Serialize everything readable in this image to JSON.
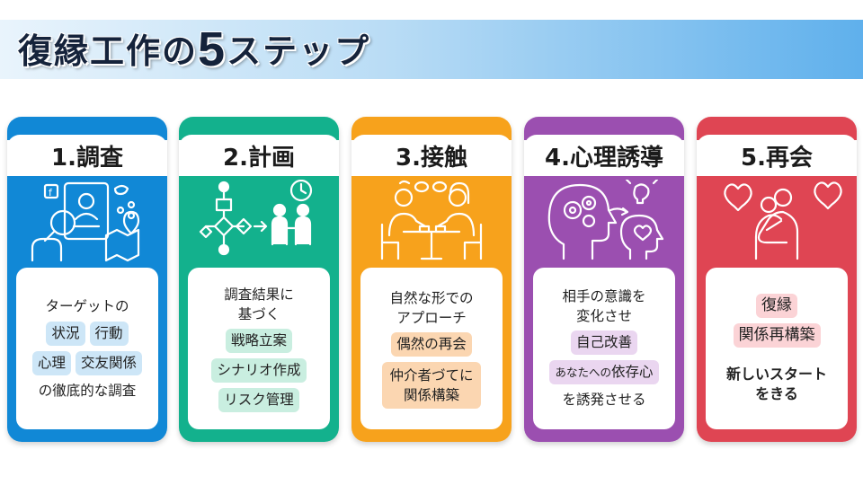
{
  "title": {
    "main": "復縁工作の",
    "number": "5",
    "rest": "ステップ"
  },
  "colors": {
    "step1": "#1188d6",
    "step2": "#13b18d",
    "step3": "#f7a21c",
    "step4": "#9b4fb0",
    "step5": "#df4553",
    "chip_blue": "#cde6f7",
    "chip_green": "#c9eee0",
    "chip_orange": "#fbd6b1",
    "chip_purple": "#ead6f0",
    "chip_red": "#fbd3d6"
  },
  "steps": [
    {
      "heading": "1.調査",
      "icon": "investigation-icon",
      "line1": "ターゲットの",
      "chips_row1": [
        "状況",
        "行動"
      ],
      "chips_row2": [
        "心理",
        "交友関係"
      ],
      "line2": "の徹底的な調査"
    },
    {
      "heading": "2.計画",
      "icon": "flowchart-plan-icon",
      "line1": "調査結果に",
      "line2": "基づく",
      "chips": [
        "戦略立案",
        "シナリオ作成",
        "リスク管理"
      ]
    },
    {
      "heading": "3.接触",
      "icon": "cafe-conversation-icon",
      "line1": "自然な形での",
      "line2": "アプローチ",
      "chip1": "偶然の再会",
      "chip2_line1": "仲介者づてに",
      "chip2_line2": "関係構築"
    },
    {
      "heading": "4.心理誘導",
      "icon": "mind-gears-icon",
      "line1": "相手の意識を",
      "line2": "変化させ",
      "chip1": "自己改善",
      "chip2_small": "あなたへの",
      "chip2_large": "依存心",
      "line3": "を誘発させる"
    },
    {
      "heading": "5.再会",
      "icon": "hug-hearts-icon",
      "chip1": "復縁",
      "chip2": "関係再構築",
      "line1": "新しいスタート",
      "line2": "をきる"
    }
  ]
}
